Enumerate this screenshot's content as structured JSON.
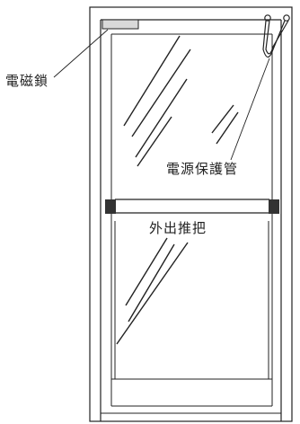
{
  "labels": {
    "magnetic_lock": "電磁鎖",
    "cable_conduit": "電源保護管",
    "push_bar": "外出推把"
  },
  "colors": {
    "line": "#222222",
    "lock_fill": "#d9d9d9",
    "handle_fill": "#333333",
    "background": "#ffffff"
  }
}
